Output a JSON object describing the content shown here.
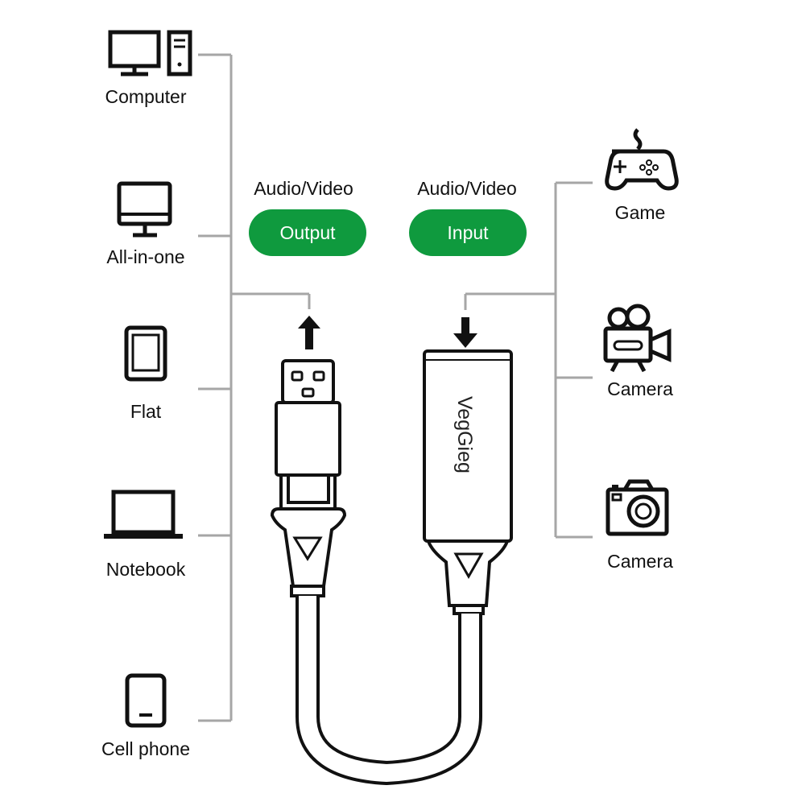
{
  "colors": {
    "accent_green": "#0f9a3e",
    "connector_gray": "#a6a6a6",
    "ink": "#111111"
  },
  "left_devices": [
    {
      "label": "Computer",
      "icon": "desktop-computer-icon"
    },
    {
      "label": "All-in-one",
      "icon": "all-in-one-pc-icon"
    },
    {
      "label": "Flat",
      "icon": "tablet-icon"
    },
    {
      "label": "Notebook",
      "icon": "laptop-icon"
    },
    {
      "label": "Cell phone",
      "icon": "cell-phone-icon"
    }
  ],
  "right_devices": [
    {
      "label": "Game",
      "icon": "gamepad-icon"
    },
    {
      "label": "Camera",
      "icon": "video-camera-icon"
    },
    {
      "label": "Camera",
      "icon": "photo-camera-icon"
    }
  ],
  "output": {
    "caption": "Audio/Video",
    "pill": "Output"
  },
  "input": {
    "caption": "Audio/Video",
    "pill": "Input"
  },
  "brand": "VegGieg"
}
